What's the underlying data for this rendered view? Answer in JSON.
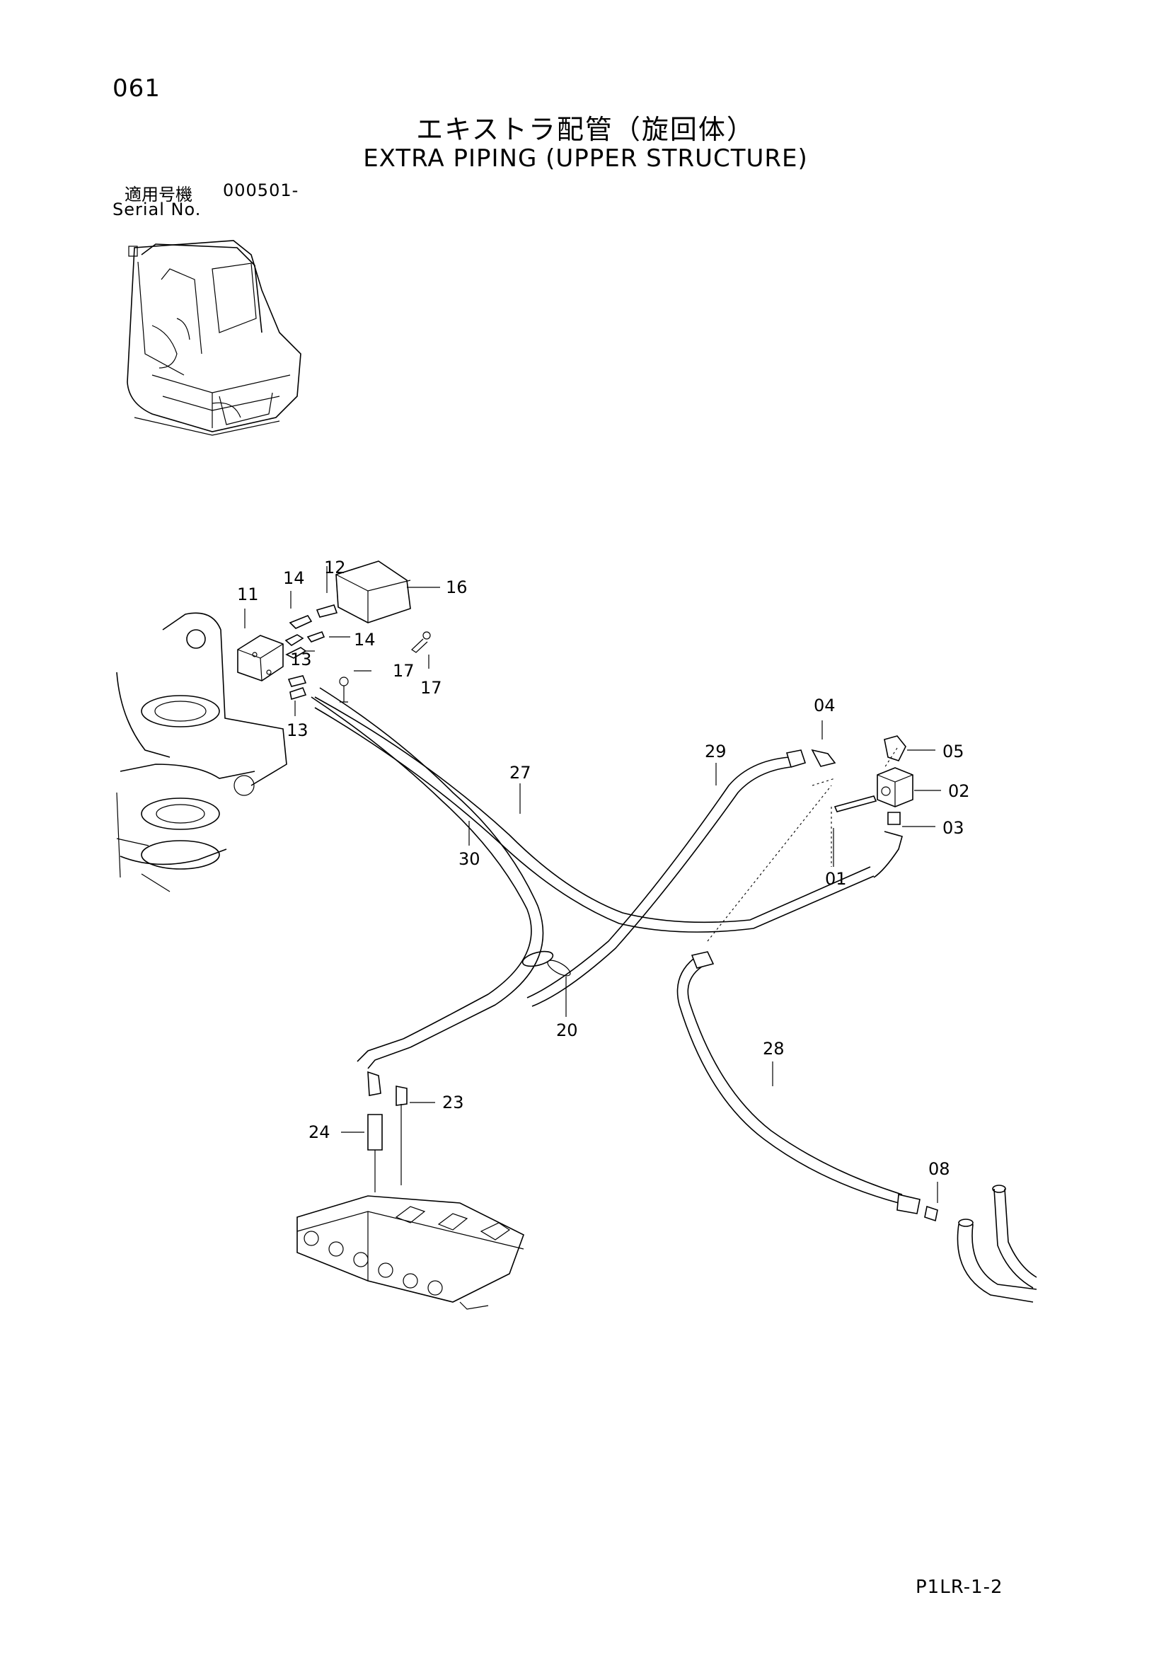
{
  "header": {
    "page_number": "061",
    "title_jp": "エキストラ配管（旋回体）",
    "title_en": "EXTRA PIPING (UPPER STRUCTURE)",
    "serial_label_jp": "適用号機",
    "serial_value": "000501-",
    "serial_label_en": "Serial No."
  },
  "callouts": [
    {
      "id": "c11",
      "text": "11"
    },
    {
      "id": "c14a",
      "text": "14"
    },
    {
      "id": "c12",
      "text": "12"
    },
    {
      "id": "c16",
      "text": "16"
    },
    {
      "id": "c14b",
      "text": "14"
    },
    {
      "id": "c13a",
      "text": "13"
    },
    {
      "id": "c17a",
      "text": "17"
    },
    {
      "id": "c17b",
      "text": "17"
    },
    {
      "id": "c13b",
      "text": "13"
    },
    {
      "id": "c04",
      "text": "04"
    },
    {
      "id": "c05",
      "text": "05"
    },
    {
      "id": "c29",
      "text": "29"
    },
    {
      "id": "c27",
      "text": "27"
    },
    {
      "id": "c02",
      "text": "02"
    },
    {
      "id": "c03",
      "text": "03"
    },
    {
      "id": "c30",
      "text": "30"
    },
    {
      "id": "c01",
      "text": "01"
    },
    {
      "id": "c20",
      "text": "20"
    },
    {
      "id": "c28",
      "text": "28"
    },
    {
      "id": "c23",
      "text": "23"
    },
    {
      "id": "c24",
      "text": "24"
    },
    {
      "id": "c08",
      "text": "08"
    }
  ],
  "footer": {
    "code": "P1LR-1-2"
  }
}
